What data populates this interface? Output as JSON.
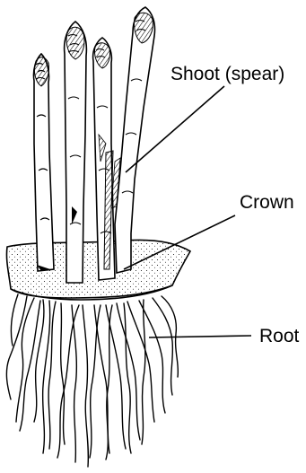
{
  "labels": {
    "shoot": "Shoot (spear)",
    "crown": "Crown",
    "root": "Root"
  },
  "colors": {
    "ink": "#000000",
    "paper": "#ffffff"
  }
}
